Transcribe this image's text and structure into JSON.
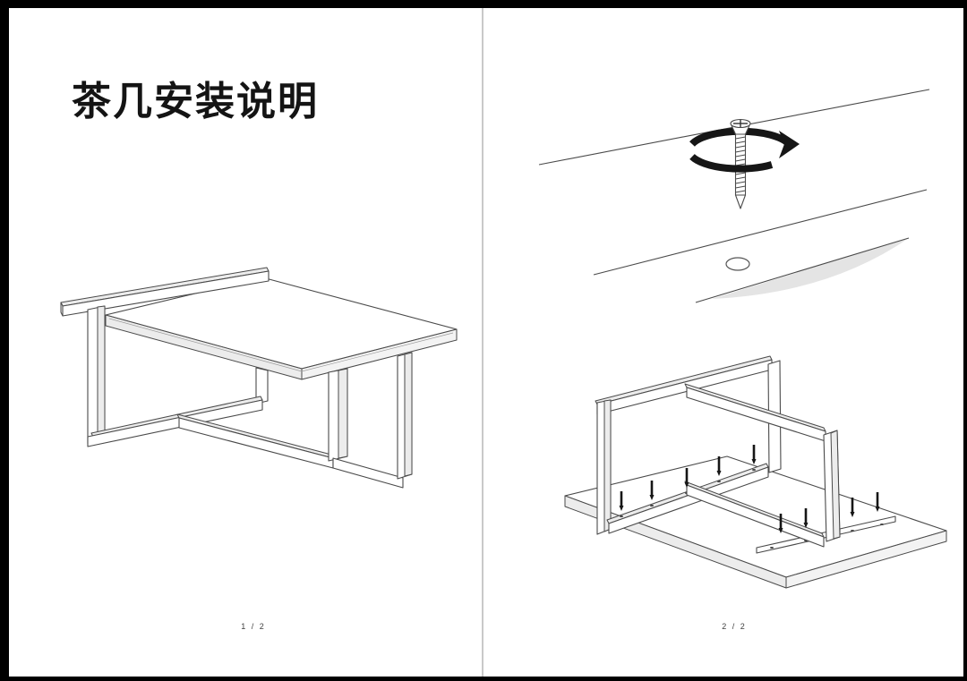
{
  "document": {
    "type": "furniture-assembly-manual",
    "background_color": "#000000",
    "paper_color": "#ffffff",
    "divider_color": "#c9c9c9"
  },
  "left_page": {
    "title": "茶几安装说明",
    "page_number": "1 / 2",
    "illustration": "assembled coffee table isometric line drawing"
  },
  "right_page": {
    "page_number": "2 / 2",
    "illustrations": [
      "screw with clockwise rotation arrow being driven through panel",
      "panel surface with pre-drilled pilot hole",
      "inverted tabletop with leg frame attached by screws into mounting plates"
    ]
  },
  "colors": {
    "line": "#4a4a4a",
    "shading": "#ececec",
    "arrow_black": "#161616",
    "text": "#141414",
    "page_number_text": "#3f3f3f"
  }
}
